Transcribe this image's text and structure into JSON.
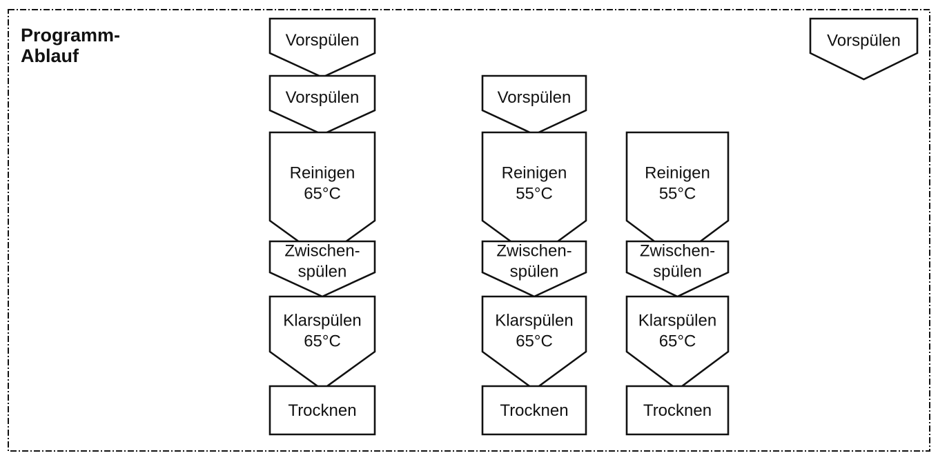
{
  "title": {
    "line1": "Programm-",
    "line2": "Ablauf"
  },
  "programs": [
    {
      "steps": [
        {
          "lines": [
            "Vorspülen"
          ]
        },
        {
          "lines": [
            "Vorspülen"
          ]
        },
        {
          "lines": [
            "Reinigen",
            "65°C"
          ]
        },
        {
          "lines": [
            "Zwischen-",
            "spülen"
          ]
        },
        {
          "lines": [
            "Klarspülen",
            "65°C"
          ]
        },
        {
          "lines": [
            "Trocknen"
          ]
        }
      ]
    },
    {
      "steps": [
        {
          "lines": [
            "Vorspülen"
          ]
        },
        {
          "lines": [
            "Reinigen",
            "55°C"
          ]
        },
        {
          "lines": [
            "Zwischen-",
            "spülen"
          ]
        },
        {
          "lines": [
            "Klarspülen",
            "65°C"
          ]
        },
        {
          "lines": [
            "Trocknen"
          ]
        }
      ]
    },
    {
      "steps": [
        {
          "lines": [
            "Reinigen",
            "55°C"
          ]
        },
        {
          "lines": [
            "Zwischen-",
            "spülen"
          ]
        },
        {
          "lines": [
            "Klarspülen",
            "65°C"
          ]
        },
        {
          "lines": [
            "Trocknen"
          ]
        }
      ]
    },
    {
      "steps": [
        {
          "lines": [
            "Vorspülen"
          ]
        }
      ]
    }
  ]
}
